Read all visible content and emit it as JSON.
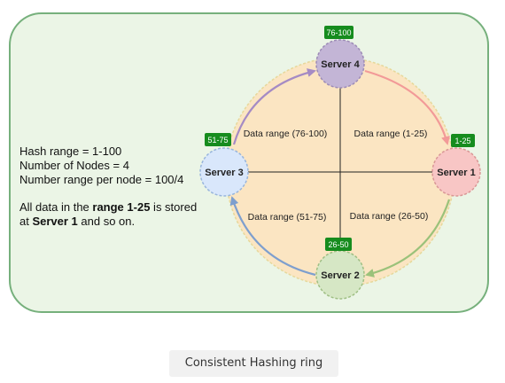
{
  "diagram": {
    "servers": [
      {
        "id": "server4",
        "label": "Server 4",
        "range": "76-100",
        "fill": "#c3b5d6",
        "stroke": "#9d8cb6"
      },
      {
        "id": "server1",
        "label": "Server 1",
        "range": "1-25",
        "fill": "#f8c6c5",
        "stroke": "#d99796"
      },
      {
        "id": "server2",
        "label": "Server 2",
        "range": "26-50",
        "fill": "#d6e7c5",
        "stroke": "#9fbf84"
      },
      {
        "id": "server3",
        "label": "Server 3",
        "range": "51-75",
        "fill": "#d9e7fb",
        "stroke": "#98b5dc"
      }
    ],
    "quadrant_labels": {
      "top_left": "Data range (76-100)",
      "top_right": "Data range (1-25)",
      "bottom_right": "Data range (26-50)",
      "bottom_left": "Data range (51-75)"
    },
    "info": {
      "hash_range": "Hash range = 1-100",
      "num_nodes": "Number of Nodes = 4",
      "range_per_node": "Number range per node = 100/4",
      "note_prefix": "All data in the ",
      "note_bold_range": "range 1-25",
      "note_middle": " is stored",
      "note_at": "at ",
      "note_bold_server": "Server 1",
      "note_suffix": " and so on."
    }
  },
  "caption": "Consistent Hashing ring",
  "colors": {
    "panel_fill": "#ebf5e6",
    "panel_border": "#76b07c",
    "ring_fill": "#fbe5c2",
    "ring_stroke": "#e6d89b",
    "badge_fill": "#168c1e",
    "arrow_top_right": "#f29a98",
    "arrow_bottom_right": "#9bc27a",
    "arrow_bottom_left": "#7e9fce",
    "arrow_top_left": "#a58bc4"
  }
}
